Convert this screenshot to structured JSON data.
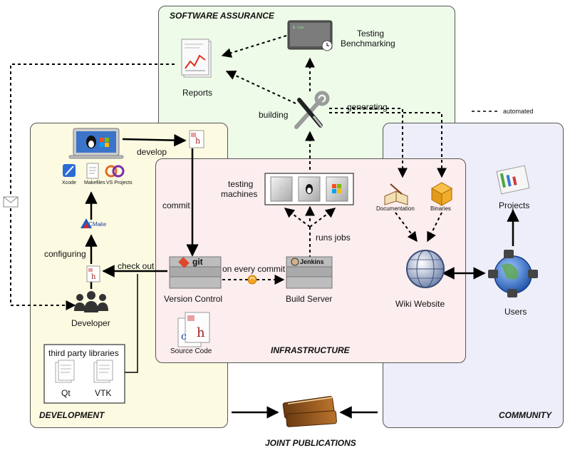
{
  "sections": {
    "software_assurance": "SOFTWARE ASSURANCE",
    "development": "DEVELOPMENT",
    "infrastructure": "INFRASTRUCTURE",
    "community": "COMMUNITY",
    "joint_publications": "JOINT PUBLICATIONS"
  },
  "nodes": {
    "testing_benchmarking_line1": "Testing",
    "testing_benchmarking_line2": "Benchmarking",
    "reports": "Reports",
    "building": "building",
    "generating": "generating",
    "automated": "automated",
    "develop": "develop",
    "xcode": "Xcode",
    "makefiles": "Makefiles",
    "vs_projects": "VS Projects",
    "cmake": "CMake",
    "commit": "commit",
    "configuring": "configuring",
    "check_out": "check out",
    "developer": "Developer",
    "third_party": "third party libraries",
    "qt": "Qt",
    "vtk": "VTK",
    "testing_machines_line1": "testing",
    "testing_machines_line2": "machines",
    "runs_jobs": "runs jobs",
    "git": "git",
    "version_control": "Version Control",
    "on_every_commit": "on every commit",
    "jenkins": "Jenkins",
    "build_server": "Build Server",
    "source_code": "Source Code",
    "documentation": "Documentation",
    "binaries": "Binaries",
    "wiki_website": "Wiki Website",
    "projects": "Projects",
    "users": "Users",
    "file_ext": ".h",
    "file_ext_c": ".c"
  },
  "colors": {
    "software_assurance_bg": "#eefbe9",
    "development_bg": "#fcfbe2",
    "infrastructure_bg": "#fceeee",
    "community_bg": "#eeeefa"
  }
}
